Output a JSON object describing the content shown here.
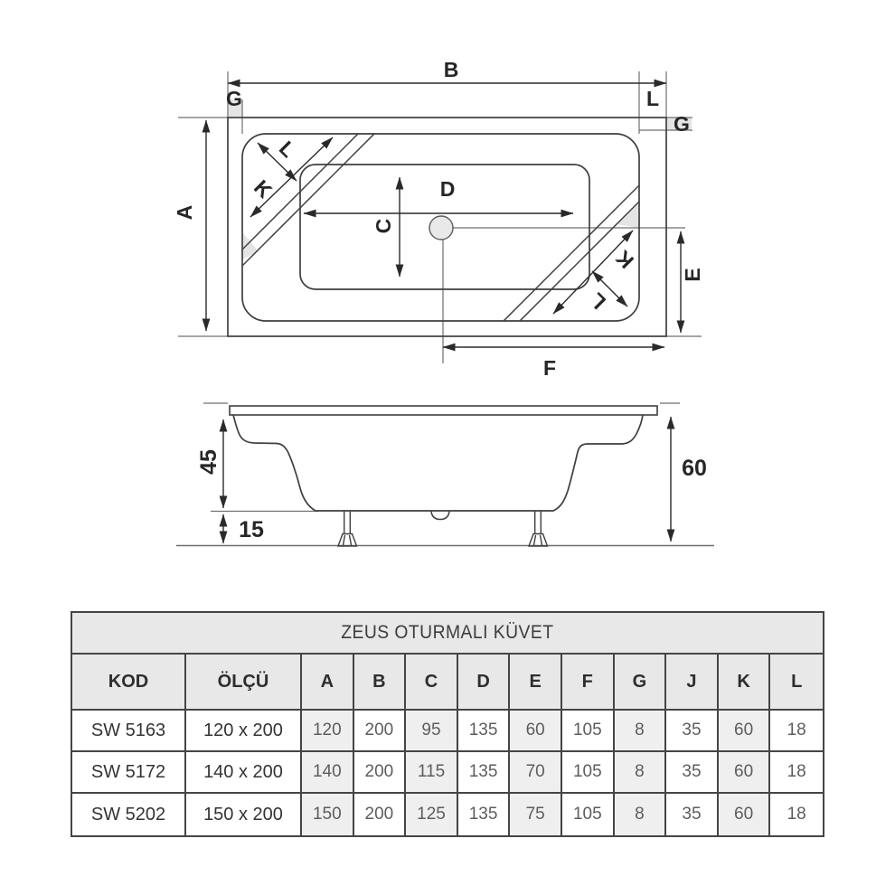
{
  "top_view": {
    "labels": {
      "B": "B",
      "G_left": "G",
      "L_top": "L",
      "G_right": "G",
      "A": "A",
      "K_topleft": "K",
      "L_topleft": "L",
      "D": "D",
      "C": "C",
      "K_bottomright": "K",
      "L_bottomright": "L",
      "E": "E",
      "F": "F"
    }
  },
  "side_view": {
    "labels": {
      "inner_depth": "45",
      "base_height": "15",
      "total_height": "60"
    }
  },
  "table": {
    "title": "ZEUS OTURMALI KÜVET",
    "columns": [
      "KOD",
      "ÖLÇÜ",
      "A",
      "B",
      "C",
      "D",
      "E",
      "F",
      "G",
      "J",
      "K",
      "L"
    ],
    "rows": [
      {
        "kod": "SW 5163",
        "olcu": "120 x 200",
        "A": "120",
        "B": "200",
        "C": "95",
        "D": "135",
        "E": "60",
        "F": "105",
        "G": "8",
        "J": "35",
        "K": "60",
        "L": "18"
      },
      {
        "kod": "SW 5172",
        "olcu": "140 x 200",
        "A": "140",
        "B": "200",
        "C": "115",
        "D": "135",
        "E": "70",
        "F": "105",
        "G": "8",
        "J": "35",
        "K": "60",
        "L": "18"
      },
      {
        "kod": "SW 5202",
        "olcu": "150 x 200",
        "A": "150",
        "B": "200",
        "C": "125",
        "D": "135",
        "E": "75",
        "F": "105",
        "G": "8",
        "J": "35",
        "K": "60",
        "L": "18"
      }
    ]
  },
  "colors": {
    "outline": "#3f3f3f",
    "thin_line": "#6f6f6f",
    "dimension": "#2a2a2a",
    "shade": "#e4e4e4",
    "table_border": "#454545",
    "header_bg": "#e8e8e8",
    "shaded_col_bg": "#efefef"
  }
}
